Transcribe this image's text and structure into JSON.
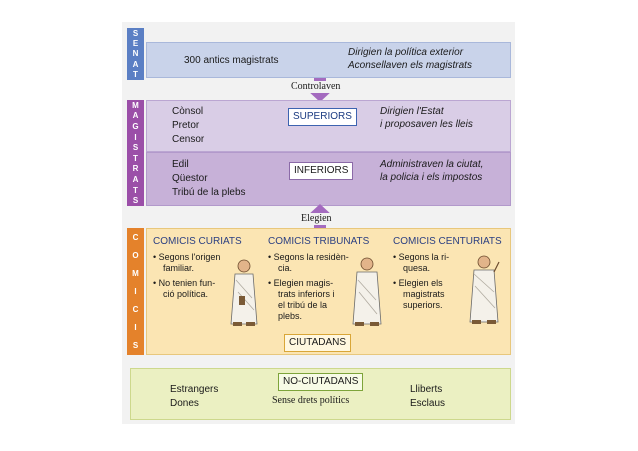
{
  "senat": {
    "strip_letters": [
      "S",
      "E",
      "N",
      "A",
      "T"
    ],
    "count": "300 antics magistrats",
    "role_1": "Dirigien la política exterior",
    "role_2": "Aconsellaven els magistrats"
  },
  "connectors": {
    "controlaven": "Controlaven",
    "elegien": "Elegien"
  },
  "magistrats": {
    "strip_letters": [
      "M",
      "A",
      "G",
      "I",
      "S",
      "T",
      "R",
      "A",
      "T",
      "S"
    ],
    "superiors": {
      "titles": [
        "Cònsol",
        "Pretor",
        "Censor"
      ],
      "label": "SUPERIORS",
      "role_1": "Dirigien l'Estat",
      "role_2": "i proposaven les lleis"
    },
    "inferiors": {
      "titles": [
        "Edil",
        "Qüestor",
        "Tribú de la plebs"
      ],
      "label": "INFERIORS",
      "role_1": "Administraven la ciutat,",
      "role_2": "la policia i els impostos"
    }
  },
  "comicis": {
    "strip_letters": [
      "C",
      "O",
      "M",
      "I",
      "C",
      "I",
      "S"
    ],
    "curiats": {
      "heading": "COMICIS CURIATS",
      "lines": [
        "• Segons l'origen",
        "familiar.",
        "• No tenien fun-",
        "ció política."
      ]
    },
    "tribunats": {
      "heading": "COMICIS TRIBUNATS",
      "lines": [
        "• Segons la residèn-",
        "cia.",
        "• Elegien magis-",
        "trats inferiors i",
        "el tribú de la",
        "plebs."
      ]
    },
    "centuriats": {
      "heading": "COMICIS CENTURIATS",
      "lines": [
        "• Segons la ri-",
        "quesa.",
        "• Elegien els",
        "magistrats",
        "superiors."
      ]
    },
    "ciutadans": "CIUTADANS"
  },
  "no_ciutadans": {
    "label": "NO-CIUTADANS",
    "subtitle": "Sense drets polítics",
    "left_1": "Estrangers",
    "left_2": "Dones",
    "right_1": "Lliberts",
    "right_2": "Esclaus"
  },
  "colors": {
    "senat": "#5b7fc4",
    "magistrats": "#9b4fa8",
    "comicis": "#e4822b",
    "no_ciutadans": "#ebf0c2"
  }
}
